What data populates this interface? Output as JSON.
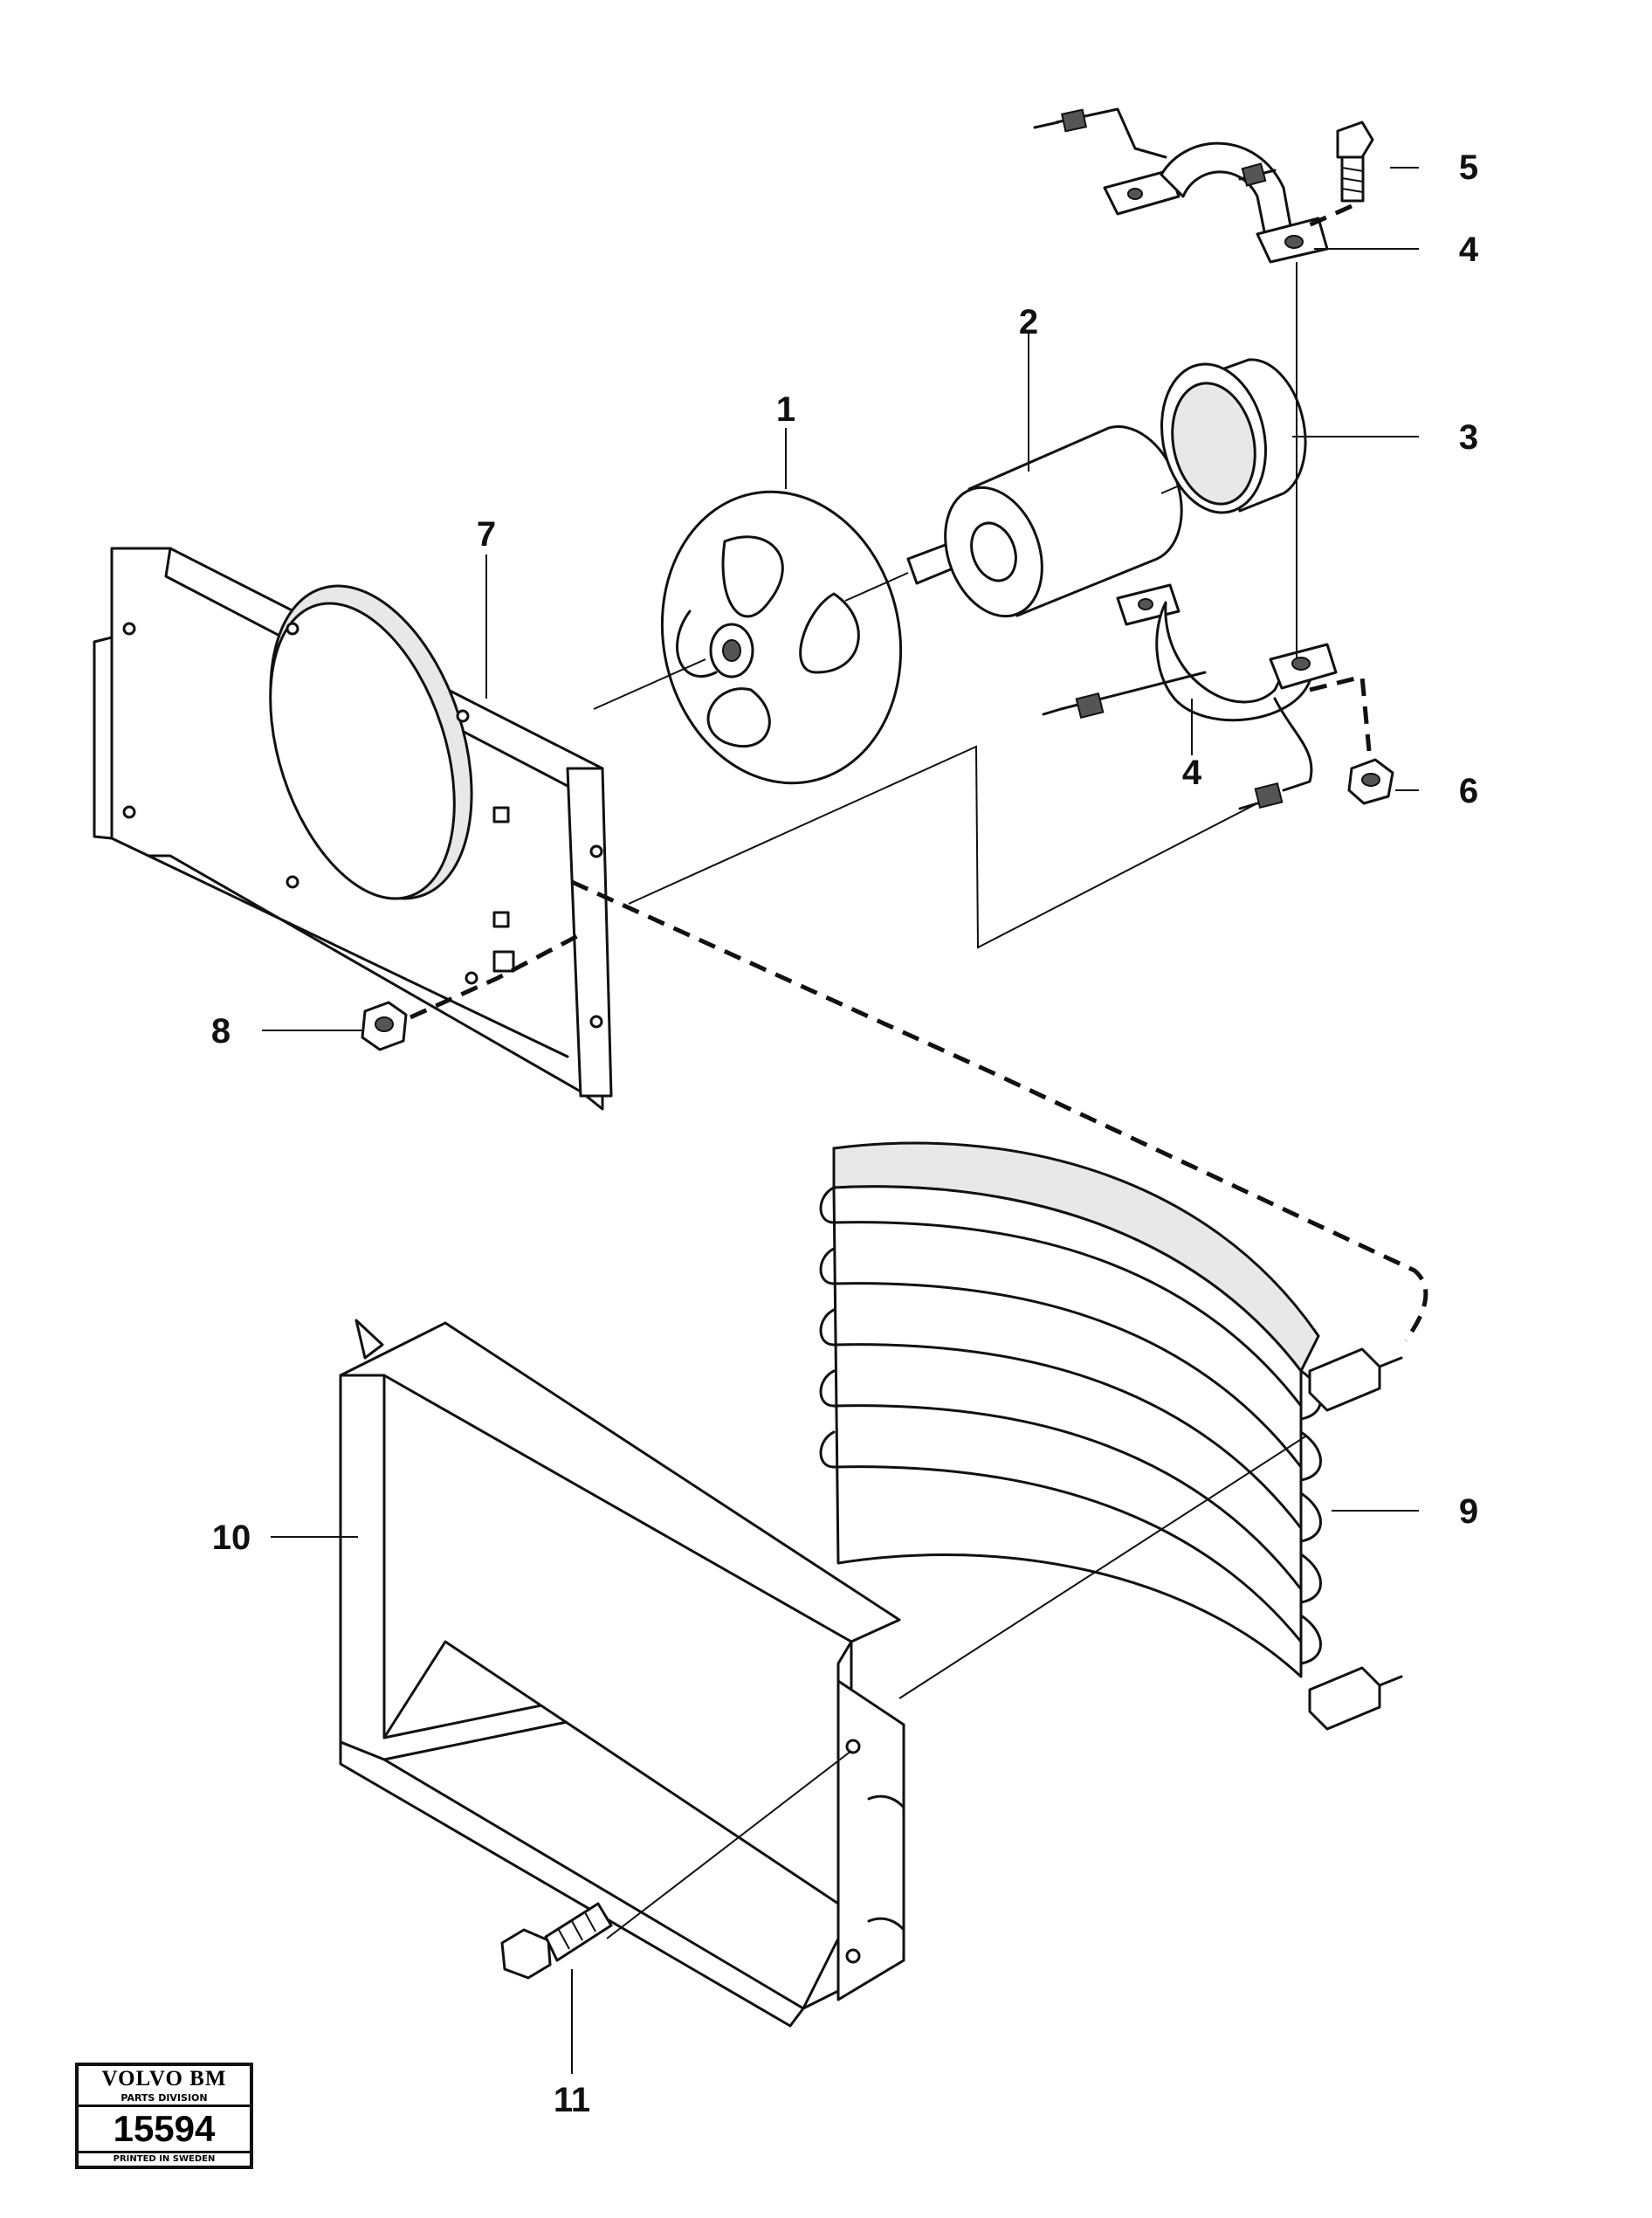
{
  "callouts": {
    "c1": "1",
    "c2": "2",
    "c3": "3",
    "c4a": "4",
    "c4b": "4",
    "c5": "5",
    "c6": "6",
    "c7": "7",
    "c8": "8",
    "c9": "9",
    "c10": "10",
    "c11": "11"
  },
  "stamp": {
    "brand": "VOLVO BM",
    "division": "PARTS DIVISION",
    "code": "15594",
    "printed": "PRINTED IN SWEDEN"
  }
}
